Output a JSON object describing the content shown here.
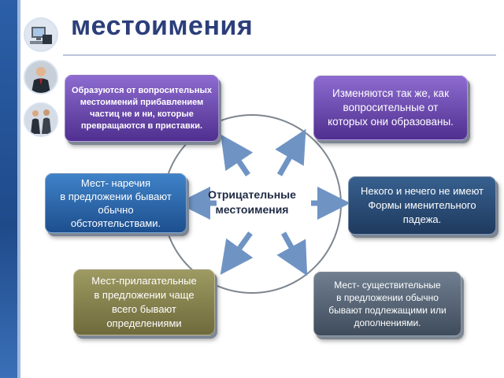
{
  "slide": {
    "title": "местоимения",
    "center_label": "Отрицательные\nместоимения",
    "boxes": {
      "top_left": "Образуются от вопросительных\nместоимений прибавлением\nчастиц не и ни, которые\nпревращаются в приставки.",
      "top_right": "Изменяются так же, как\nвопросительные от\nкоторых они образованы.",
      "middle_left": "Мест- наречия\nв предложении бывают\nобычно\nобстоятельствами.",
      "middle_right": "Некого и нечего не имеют\nФормы  именительного\nпадежа.",
      "bottom_left": "Мест-прилагательные\nв предложении чаще\nвсего бывают\nопределениями",
      "bottom_right": "Мест- существительные\nв предложении обычно\nбывают подлежащими или\nдополнениями."
    }
  },
  "colors": {
    "title": "#2c3f7a",
    "purple_box": "#5a3a9c",
    "blue_box": "#2a64a8",
    "navy_box": "#25456d",
    "olive_box": "#847f4a",
    "gray_box": "#4f5d6e",
    "arrow": "#6f94c4"
  },
  "icons": [
    "workstation-icon",
    "businessman-icon",
    "business-team-icon"
  ]
}
